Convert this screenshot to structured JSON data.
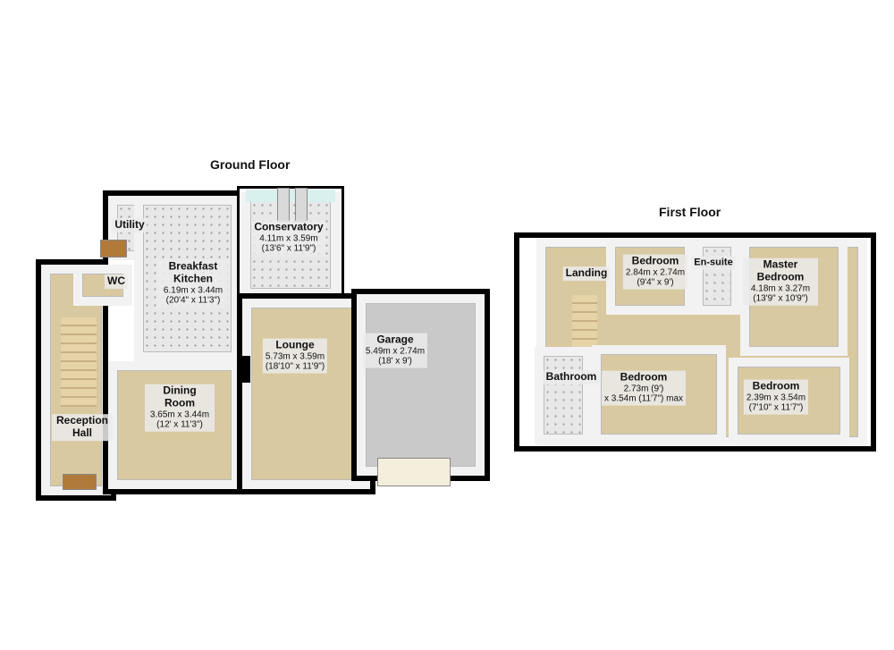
{
  "ground_floor": {
    "title": "Ground Floor",
    "rooms": [
      {
        "name": "Utility"
      },
      {
        "name": "WC"
      },
      {
        "name": "Breakfast Kitchen",
        "dims_m": "6.19m x 3.44m",
        "dims_ft": "(20'4\" x 11'3\")"
      },
      {
        "name": "Conservatory",
        "dims_m": "4.11m x 3.59m",
        "dims_ft": "(13'6\" x 11'9\")"
      },
      {
        "name": "Lounge",
        "dims_m": "5.73m x 3.59m",
        "dims_ft": "(18'10\" x 11'9\")"
      },
      {
        "name": "Garage",
        "dims_m": "5.49m x 2.74m",
        "dims_ft": "(18' x 9')"
      },
      {
        "name": "Dining Room",
        "dims_m": "3.65m x 3.44m",
        "dims_ft": "(12' x 11'3\")"
      },
      {
        "name": "Reception Hall"
      }
    ]
  },
  "first_floor": {
    "title": "First Floor",
    "rooms": [
      {
        "name": "Landing"
      },
      {
        "name": "Bedroom",
        "dims_m": "2.84m x 2.74m",
        "dims_ft": "(9'4\" x 9')"
      },
      {
        "name": "En-suite"
      },
      {
        "name": "Master Bedroom",
        "dims_m": "4.18m x 3.27m",
        "dims_ft": "(13'9\" x 10'9\")"
      },
      {
        "name": "Bathroom"
      },
      {
        "name": "Bedroom",
        "dims_m": "2.73m (9')",
        "dims_ft": "x 3.54m (11'7\") max"
      },
      {
        "name": "Bedroom",
        "dims_m": "2.39m x 3.54m",
        "dims_ft": "(7'10\" x 11'7\")"
      }
    ]
  }
}
